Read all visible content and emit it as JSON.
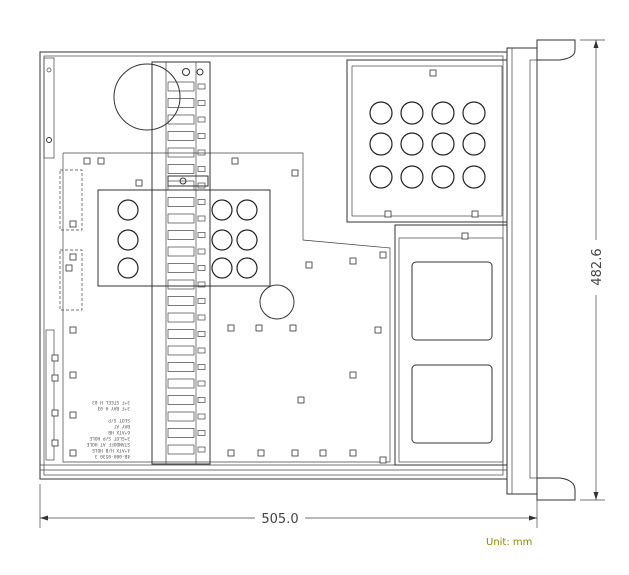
{
  "dimensions": {
    "width_label": "505.0",
    "height_label": "482.6",
    "unit_label": "Unit: mm"
  },
  "board_text": [
    "4B-080-0530 3",
    "4*ATX H/B HOLE",
    "STANDOFF AT HOLE",
    "3*SLOT S/P HOLE",
    "6*ATX HB",
    "BAY AT",
    "SLOT S/P",
    "3*F BAY H 03",
    "3*F STEEL H 03"
  ],
  "colors": {
    "line": "#333333",
    "unit_text": "#8a8a00",
    "dimension_text": "#444444"
  }
}
